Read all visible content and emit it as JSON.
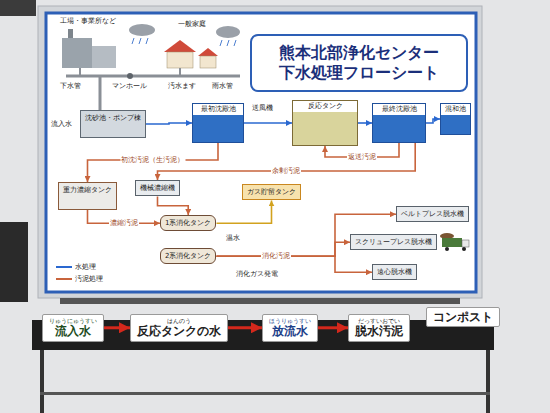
{
  "diagram": {
    "title": "熊本北部浄化センター 下水処理フローシート",
    "nodes": [
      {
        "text": [
          "沈砂池・ポンプ棟"
        ]
      },
      {
        "text": [
          "最初沈殿池"
        ]
      },
      {
        "text": [
          "反応タンク"
        ]
      },
      {
        "text": [
          "最終沈殿池"
        ]
      },
      {
        "text": [
          "混和池"
        ]
      },
      {
        "text": [
          "重力濃縮タンク"
        ]
      },
      {
        "text": [
          "機械濃縮機"
        ]
      },
      {
        "text": [
          "ガス貯留タンク"
        ]
      },
      {
        "text": [
          "1系消化タンク"
        ]
      },
      {
        "text": [
          "2系消化タンク"
        ]
      },
      {
        "text": [
          "ベルトプレス脱水機"
        ]
      },
      {
        "text": [
          "スクリュープレス脱水機"
        ]
      },
      {
        "text": [
          "遠心脱水機"
        ]
      },
      {
        "text": [
          "りゅうにゅうすい",
          "流入水"
        ]
      },
      {
        "text": [
          "はんのう",
          "反応タンクの水"
        ]
      },
      {
        "text": [
          "ほうりゅうすい",
          "放流水"
        ]
      },
      {
        "text": [
          "だっすいおでい",
          "脱水汚泥"
        ]
      },
      {
        "text": [
          "コンポスト"
        ]
      }
    ],
    "edges": [
      {
        "from": 0,
        "to": 1,
        "arrow": "to"
      },
      {
        "from": 1,
        "to": 2,
        "arrow": "to"
      },
      {
        "from": 2,
        "to": 3,
        "arrow": "to"
      },
      {
        "from": 3,
        "to": 4,
        "arrow": "to"
      },
      {
        "from": 3,
        "to": 2,
        "arrow": "to",
        "label": "返送汚泥"
      },
      {
        "from": 3,
        "to": 6,
        "arrow": "to",
        "label": "余剰汚泥"
      },
      {
        "from": 1,
        "to": 5,
        "arrow": "to",
        "label": "初沈汚泥（生汚泥）"
      },
      {
        "from": 5,
        "to": 8,
        "arrow": "to",
        "label": "濃縮汚泥"
      },
      {
        "from": 6,
        "to": 8,
        "arrow": "to"
      },
      {
        "from": 8,
        "to": 7,
        "arrow": "to"
      },
      {
        "from": 9,
        "to": 11,
        "arrow": "to",
        "label": "消化汚泥"
      },
      {
        "from": 9,
        "to": 10,
        "arrow": "to"
      },
      {
        "from": 9,
        "to": 12,
        "arrow": "to"
      },
      {
        "from": 13,
        "to": 14,
        "arrow": "to"
      },
      {
        "from": 14,
        "to": 15,
        "arrow": "to"
      },
      {
        "from": 15,
        "to": 16,
        "arrow": "to"
      }
    ],
    "labels": [
      "工場・事業所など",
      "一般家庭",
      "下水管",
      "マンホール",
      "汚水ます",
      "雨水管",
      "流入水",
      "送風機",
      "温水",
      "消化ガス発電"
    ],
    "legend": [
      {
        "text": "水処理"
      },
      {
        "text": "汚泥処理"
      }
    ]
  }
}
